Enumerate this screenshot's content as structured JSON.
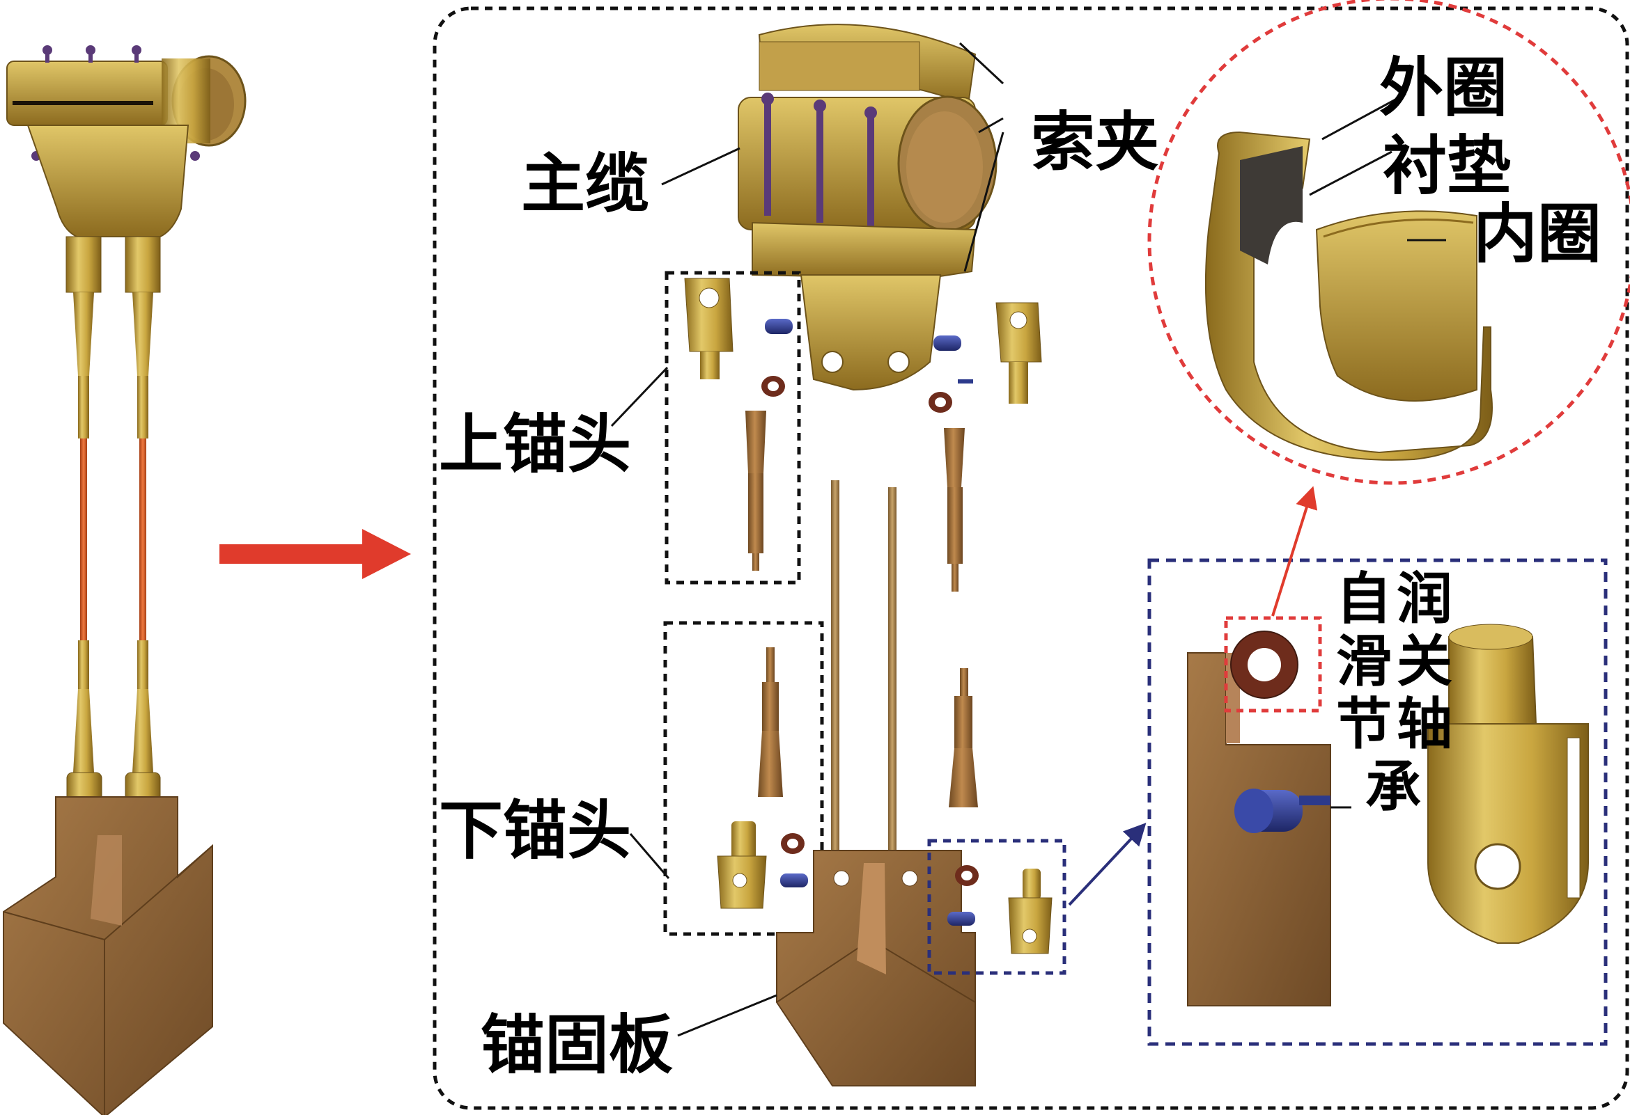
{
  "labels": {
    "main_cable": "主缆",
    "cable_clamp": "索夹",
    "upper_anchor": "上锚头",
    "lower_anchor": "下锚头",
    "anchor_plate": "锚固板",
    "outer_ring": "外圈",
    "liner": "衬垫",
    "inner_ring": "内圈",
    "bearing_chars": [
      "自",
      "润",
      "滑",
      "关",
      "节",
      "轴",
      "承"
    ]
  },
  "colors": {
    "brass": "#c9a640",
    "bronze": "#9c6a36",
    "cable_orange": "#d95a26",
    "bolt_purple": "#5a3a78",
    "pin_blue": "#2c3a8c",
    "bearing_brown": "#6e2c1c",
    "arrow_red": "#e03b2c",
    "frame_black": "#111111",
    "frame_red": "#e03b3b",
    "frame_navy": "#2a2f7a"
  },
  "icons": {
    "main_arrow": "right-arrow-icon"
  }
}
